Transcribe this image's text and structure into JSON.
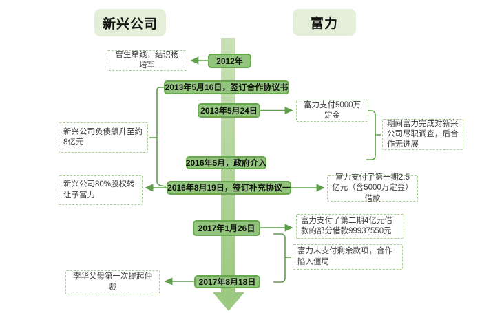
{
  "title": "新兴公司与富力合作时间线",
  "headers": {
    "left": "新兴公司",
    "right": "富力"
  },
  "timeline": {
    "nodes": [
      {
        "label": "2012年"
      },
      {
        "label": "2013年5月16日，签订合作协议书"
      },
      {
        "label": "2013年5月24日"
      },
      {
        "label": "2016年5月，政府介入"
      },
      {
        "label": "2016年8月19日，签订补充协议一"
      },
      {
        "label": "2017年1月26日"
      },
      {
        "label": "2017年8月18日"
      }
    ]
  },
  "left_events": [
    {
      "label": "曹生牵线，结识杨培军"
    },
    {
      "label": "新兴公司负债飙升至约8亿元"
    },
    {
      "label": "新兴公司80%股权转让予富力"
    },
    {
      "label": "李华父母第一次提起仲裁"
    }
  ],
  "right_events": [
    {
      "label": "富力支付5000万定金"
    },
    {
      "label": "期间富力完成对新兴公司尽职调查，后合作无进展"
    },
    {
      "label": "富力支付了第一期2.5亿元（含5000万定金）借款"
    },
    {
      "label": "富力支付了第二期4亿元借款的部分借款99937550元"
    },
    {
      "label": "富力未支付剩余款项，合作陷入僵局"
    }
  ],
  "colors": {
    "header_bg": "#e4efda",
    "node_fill": "#93c47d",
    "node_border": "#67a84e",
    "bar_top": "#c9e0b6",
    "bar_bottom": "#9cc981",
    "dashed_border": "#a9cf8e",
    "connector": "#5f9e4a",
    "text_dark": "#141414",
    "event_text": "#3d3d3d"
  }
}
